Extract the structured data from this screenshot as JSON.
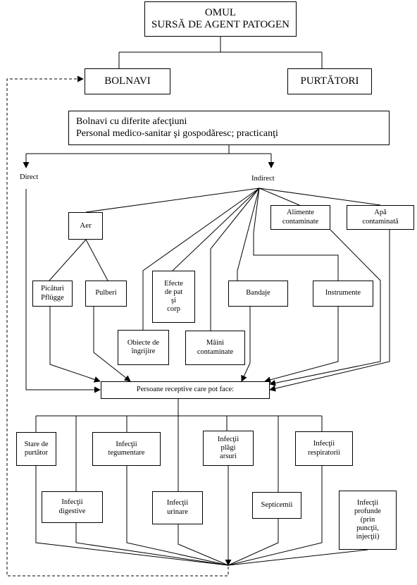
{
  "source": {
    "lines": [
      "OMUL",
      "SURSĂ DE AGENT PATOGEN"
    ]
  },
  "sick": {
    "label": "BOLNAVI"
  },
  "carriers": {
    "label": "PURTĂTORI"
  },
  "groups": {
    "lines": [
      "Bolnavi cu diferite afecţiuni",
      "Personal medico-sanitar şi gospodăresc; practicanţi"
    ]
  },
  "routes": {
    "direct": "Direct",
    "indirect": "Indirect"
  },
  "vehicles": {
    "aer": [
      "Aer"
    ],
    "alimente": [
      "Alimente",
      "contaminate"
    ],
    "apa": [
      "Apă",
      "contaminată"
    ],
    "picaturi": [
      "Picături",
      "Pflügge"
    ],
    "pulberi": [
      "Pulberi"
    ],
    "efecte": [
      "Efecte",
      "de pat",
      "şi",
      "corp"
    ],
    "bandaje": [
      "Bandaje"
    ],
    "instrumente": [
      "Instrumente"
    ],
    "obiecte": [
      "Obiecte de",
      "îngrijire"
    ],
    "maini": [
      "Mâini",
      "contaminate"
    ]
  },
  "receptive": {
    "label": "Persoane receptive care pot face:"
  },
  "outcomes": {
    "stare": [
      "Stare de",
      "purtător"
    ],
    "tegumentare": [
      "Infecţii",
      "tegumentare"
    ],
    "plagi": [
      "Infecţii",
      "plăgi",
      "arsuri"
    ],
    "respiratorii": [
      "Infecţii",
      "respiratorii"
    ],
    "digestive": [
      "Infecţii",
      "digestive"
    ],
    "urinare": [
      "Infecţii",
      "urinare"
    ],
    "septicemii": [
      "Septicemii"
    ],
    "profunde": [
      "Infecţii",
      "profunde",
      "(prin",
      "puncţii,",
      "injecţii)"
    ]
  }
}
